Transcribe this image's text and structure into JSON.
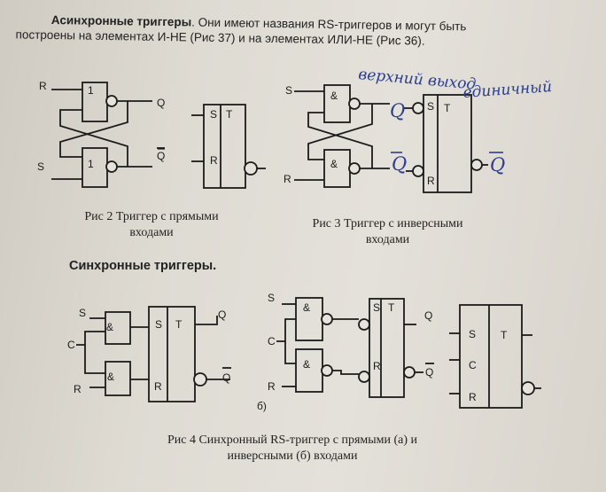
{
  "paragraph": {
    "title": "Асинхронные триггеры",
    "line1": ". Они имеют названия RS-триггеров и могут быть",
    "line2": "построены на элементах И-НЕ (Рис 37) и на элементах ИЛИ-НЕ (Рис 36)."
  },
  "handwriting": {
    "note_line1": "верхний выход",
    "note_line2": "единичный",
    "q": "Q",
    "q_bar": "Q",
    "q_bar_right": "Q"
  },
  "fig2": {
    "gate_top": "1",
    "gate_bottom": "1",
    "in_r": "R",
    "in_s": "S",
    "out_q": "Q",
    "out_qbar": "Q",
    "sym_s": "S",
    "sym_t": "T",
    "sym_r": "R",
    "caption_line1": "Рис 2 Триггер с прямыми",
    "caption_line2": "входами"
  },
  "fig3": {
    "gate_top": "&",
    "gate_bottom": "&",
    "in_s": "S",
    "in_r": "R",
    "sym_s": "S",
    "sym_t": "T",
    "sym_r": "R",
    "caption_line1": "Рис 3 Триггер с инверсными",
    "caption_line2": "входами"
  },
  "section_title": "Синхронные триггеры.",
  "fig4a": {
    "in_s": "S",
    "in_c": "C",
    "in_r": "R",
    "gate_top": "&",
    "gate_bottom": "&",
    "sym_s": "S",
    "sym_t": "T",
    "sym_r": "R",
    "out_q": "Q",
    "out_qbar": "Q"
  },
  "fig4b": {
    "in_s": "S",
    "in_c": "C",
    "in_r": "R",
    "gate_top": "&",
    "gate_bottom": "&",
    "sym_s": "S",
    "sym_t": "T",
    "sym_r": "R",
    "out_q": "Q",
    "out_qbar": "Q",
    "label_b": "б)"
  },
  "fig4c": {
    "sym_s": "S",
    "sym_c": "C",
    "sym_r": "R",
    "sym_t": "T"
  },
  "fig4_caption": {
    "line1": "Рис 4 Синхронный RS-триггер с прямыми (а) и",
    "line2": "инверсными (б) входами"
  }
}
